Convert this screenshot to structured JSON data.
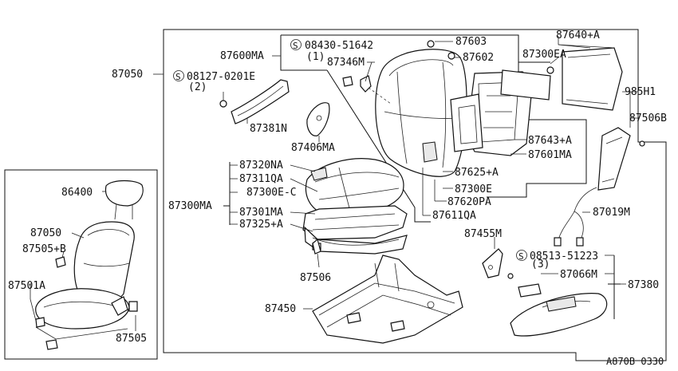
{
  "diagram": {
    "parts": {
      "p87050_main": "87050",
      "p87600MA": "87600MA",
      "pS08430": "08430-51642",
      "pS08430_qty": "(1)",
      "p87346M": "87346M",
      "p87603": "87603",
      "p87602": "87602",
      "p87300EA": "87300EA",
      "p87640A": "87640+A",
      "p985H1": "985H1",
      "p87506B": "87506B",
      "pS08127": "08127-0201E",
      "pS08127_qty": "(2)",
      "p87381N": "87381N",
      "p87406MA": "87406MA",
      "p87643A": "87643+A",
      "p87601MA": "87601MA",
      "p87625A": "87625+A",
      "p87300E": "87300E",
      "p87620PA": "87620PA",
      "p87611QA": "87611QA",
      "p87320NA": "87320NA",
      "p87311QA": "87311QA",
      "p87300EC": "87300E-C",
      "p87300MA": "87300MA",
      "p87301MA": "87301MA",
      "p87325A": "87325+A",
      "p87019M": "87019M",
      "p87455M": "87455M",
      "pS08513": "08513-51223",
      "pS08513_qty": "(3)",
      "p87066M": "87066M",
      "p87380": "87380",
      "p87506": "87506",
      "p87450": "87450",
      "p86400": "86400",
      "p87050_inset": "87050",
      "p87505B": "87505+B",
      "p87501A": "87501A",
      "p87505": "87505"
    },
    "screw_symbol": "S",
    "code": "A870B 0330"
  }
}
